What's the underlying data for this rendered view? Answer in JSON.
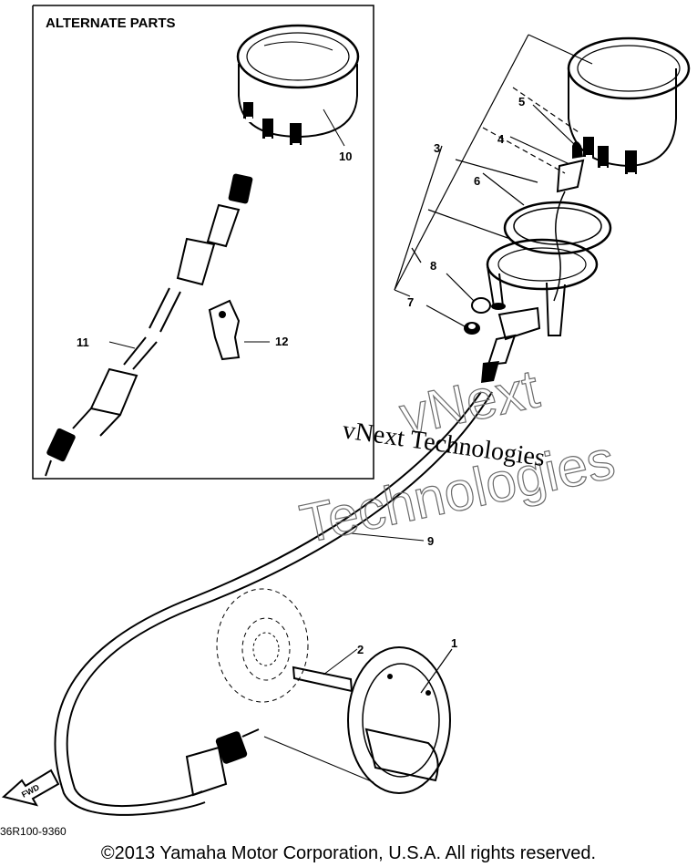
{
  "panel": {
    "title": "ALTERNATE PARTS"
  },
  "callouts": {
    "c1": "1",
    "c2": "2",
    "c3": "3",
    "c4": "4",
    "c5": "5",
    "c6": "6",
    "c7": "7",
    "c8": "8",
    "c9": "9",
    "c10": "10",
    "c11": "11",
    "c12": "12"
  },
  "direction_tag": "FWD",
  "ref_code": "36R100-9360",
  "watermark": {
    "serif_text": "vNext Technologies",
    "outline_line1": "vNext",
    "outline_line2": "Technologies"
  },
  "copyright": "©2013 Yamaha Motor Corporation, U.S.A. All rights reserved."
}
